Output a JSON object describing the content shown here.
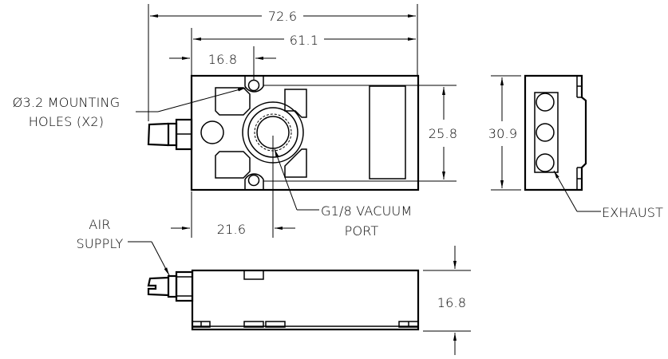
{
  "drawing": {
    "title": "Vacuum generator dimension drawing",
    "units": "mm",
    "dimensions": {
      "overall_length": "72.6",
      "body_length": "61.1",
      "hole_offset": "16.8",
      "port_offset": "21.6",
      "hole_spacing": "25.8",
      "body_width": "30.9",
      "body_height": "16.8"
    },
    "callouts": {
      "mounting_holes": [
        "Ø3.2 MOUNTING",
        "HOLES (X2)"
      ],
      "vacuum_port": [
        "G1/8 VACUUM",
        "PORT"
      ],
      "exhaust": "EXHAUST",
      "air_supply": [
        "AIR",
        "SUPPLY"
      ]
    },
    "views": [
      "top-view",
      "end-view",
      "side-view"
    ]
  }
}
